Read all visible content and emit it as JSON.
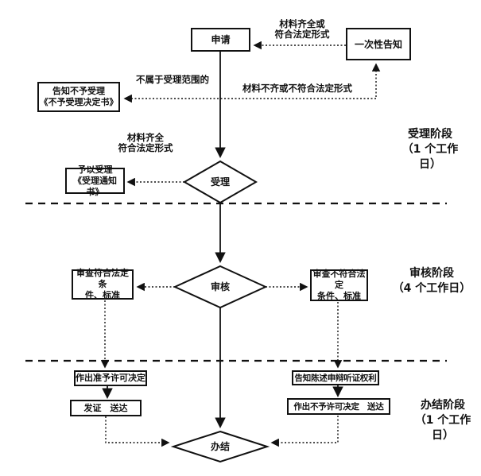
{
  "meta": {
    "background_color": "#ffffff",
    "line_color": "#111111",
    "diagram_type": "flowchart"
  },
  "nodes": {
    "apply": "申请",
    "one_time_notice": "一次性告知",
    "reject_notice": "告知不予受理\n《不予受理决定书》",
    "accept": "受理",
    "accept_notice": "予以受理\n《受理通知书》",
    "review": "审核",
    "review_pass": "审查符合法定条\n件、标准",
    "review_fail": "审查不符合法定\n条件、标准",
    "grant_decision": "作出准予许可决定",
    "issue_deliver": "发证　送达",
    "hearing_rights": "告知陈述申辩听证权利",
    "deny_deliver": "作出不予许可决定　送达",
    "complete": "办结"
  },
  "edge_labels": {
    "materials_ok_top": "材料齐全或\n符合法定形式",
    "not_in_scope": "不属于受理范围的",
    "materials_incomplete": "材料不齐或不符合法定形式",
    "materials_ok_mid": "材料齐全\n符合法定形式"
  },
  "phases": [
    {
      "label": "受理阶段\n（1 个工作\n日）"
    },
    {
      "label": "审核阶段\n（4 个工作日）"
    },
    {
      "label": "办结阶段\n（1 个工作\n日）"
    }
  ]
}
